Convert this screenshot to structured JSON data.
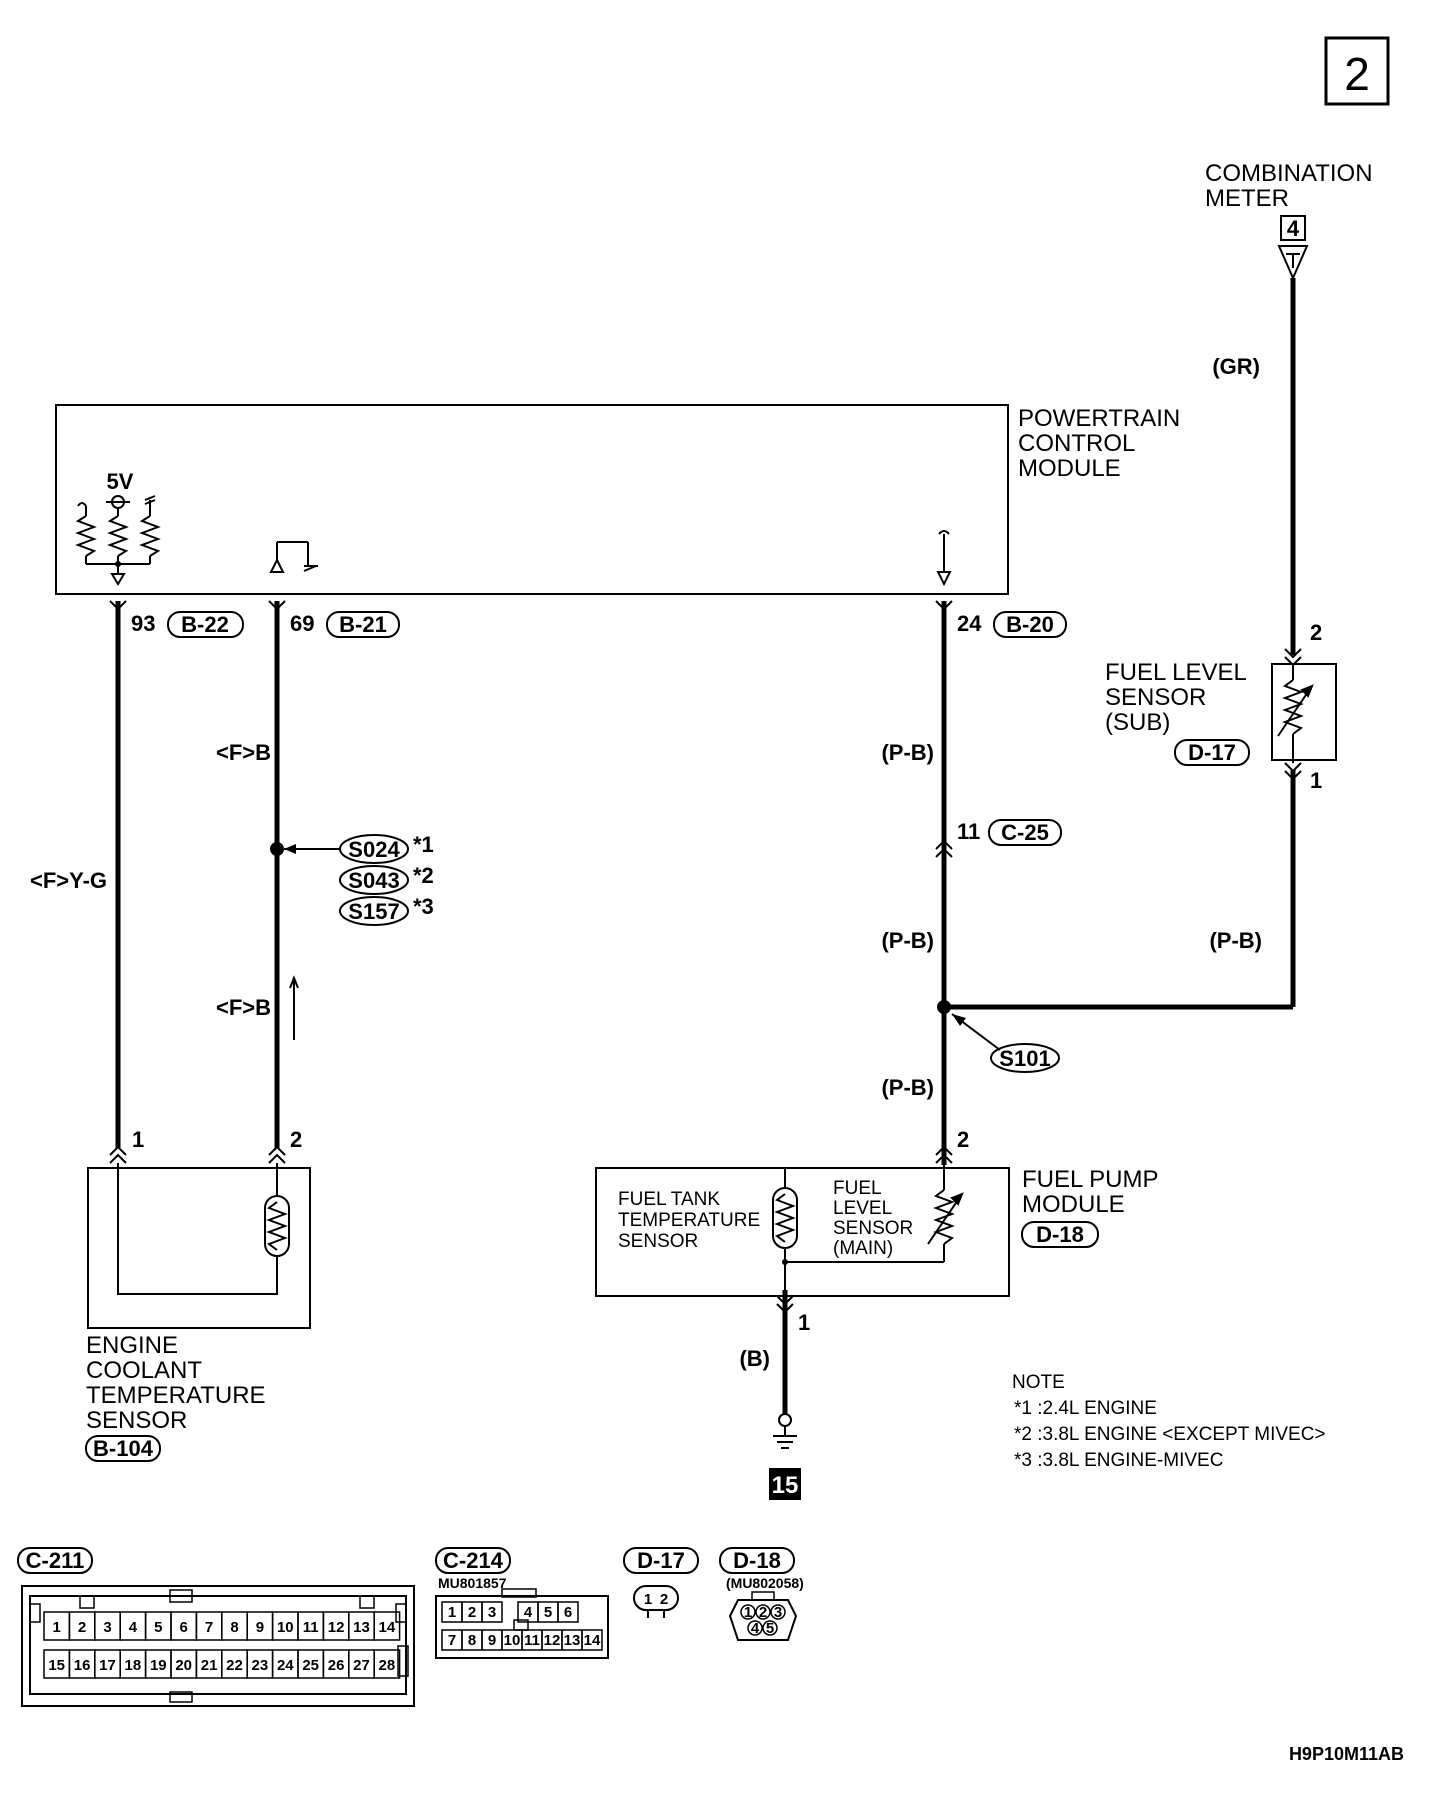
{
  "page_number": "2",
  "components": {
    "combination_meter": {
      "name_line1": "COMBINATION",
      "name_line2": "METER",
      "terminal": "4",
      "wire": "(GR)"
    },
    "pcm": {
      "name_line1": "POWERTRAIN",
      "name_line2": "CONTROL",
      "name_line3": "MODULE",
      "voltage": "5V"
    },
    "fuel_level_sensor_sub": {
      "name_line1": "FUEL LEVEL",
      "name_line2": "SENSOR",
      "name_line3": "(SUB)",
      "connector": "D-17",
      "pin_top": "2",
      "pin_bottom": "1"
    },
    "ect_sensor": {
      "name_line1": "ENGINE",
      "name_line2": "COOLANT",
      "name_line3": "TEMPERATURE",
      "name_line4": "SENSOR",
      "connector": "B-104",
      "pin1": "1",
      "pin2": "2"
    },
    "fuel_pump_module": {
      "name_line1": "FUEL PUMP",
      "name_line2": "MODULE",
      "connector": "D-18",
      "pin_top": "2",
      "pin_bottom": "1"
    },
    "fuel_tank_temp_sensor": {
      "line1": "FUEL TANK",
      "line2": "TEMPERATURE",
      "line3": "SENSOR"
    },
    "fuel_level_sensor_main": {
      "line1": "FUEL",
      "line2": "LEVEL",
      "line3": "SENSOR",
      "line4": "(MAIN)"
    }
  },
  "pcm_pins": {
    "pin93": {
      "number": "93",
      "connector": "B-22"
    },
    "pin69": {
      "number": "69",
      "connector": "B-21"
    },
    "pin24": {
      "number": "24",
      "connector": "B-20"
    }
  },
  "wires": {
    "ect_signal": "<F>Y-G",
    "ect_ground_upper": "<F>B",
    "ect_ground_lower": "<F>B",
    "fuel_upper": "(P-B)",
    "fuel_mid": "(P-B)",
    "fuel_right": "(P-B)",
    "fuel_lower": "(P-B)",
    "ground": "(B)"
  },
  "junctions": {
    "c25": {
      "pin": "11",
      "connector": "C-25"
    },
    "s024": {
      "label": "S024",
      "note": "*1"
    },
    "s043": {
      "label": "S043",
      "note": "*2"
    },
    "s157": {
      "label": "S157",
      "note": "*3"
    },
    "s101": {
      "label": "S101"
    }
  },
  "ground_point": "15",
  "notes": {
    "title": "NOTE",
    "items": [
      "*1 :2.4L ENGINE",
      "*2 :3.8L ENGINE <EXCEPT MIVEC>",
      "*3 :3.8L ENGINE-MIVEC"
    ]
  },
  "connector_views": {
    "c211": {
      "label": "C-211",
      "top_row": [
        "1",
        "2",
        "3",
        "4",
        "5",
        "6",
        "7",
        "8",
        "9",
        "10",
        "11",
        "12",
        "13",
        "14"
      ],
      "bottom_row": [
        "15",
        "16",
        "17",
        "18",
        "19",
        "20",
        "21",
        "22",
        "23",
        "24",
        "25",
        "26",
        "27",
        "28"
      ]
    },
    "c214": {
      "label": "C-214",
      "part": "MU801857",
      "top_row": [
        "1",
        "2",
        "3",
        "",
        "4",
        "5",
        "6"
      ],
      "bottom_row": [
        "7",
        "8",
        "9",
        "10",
        "11",
        "12",
        "13",
        "14"
      ]
    },
    "d17": {
      "label": "D-17",
      "pins": [
        "1",
        "2"
      ]
    },
    "d18": {
      "label": "D-18",
      "part": "(MU802058)",
      "pins_top": [
        "1",
        "2",
        "3"
      ],
      "pins_bottom": [
        "4",
        "5"
      ]
    }
  },
  "figure_code": "H9P10M11AB"
}
